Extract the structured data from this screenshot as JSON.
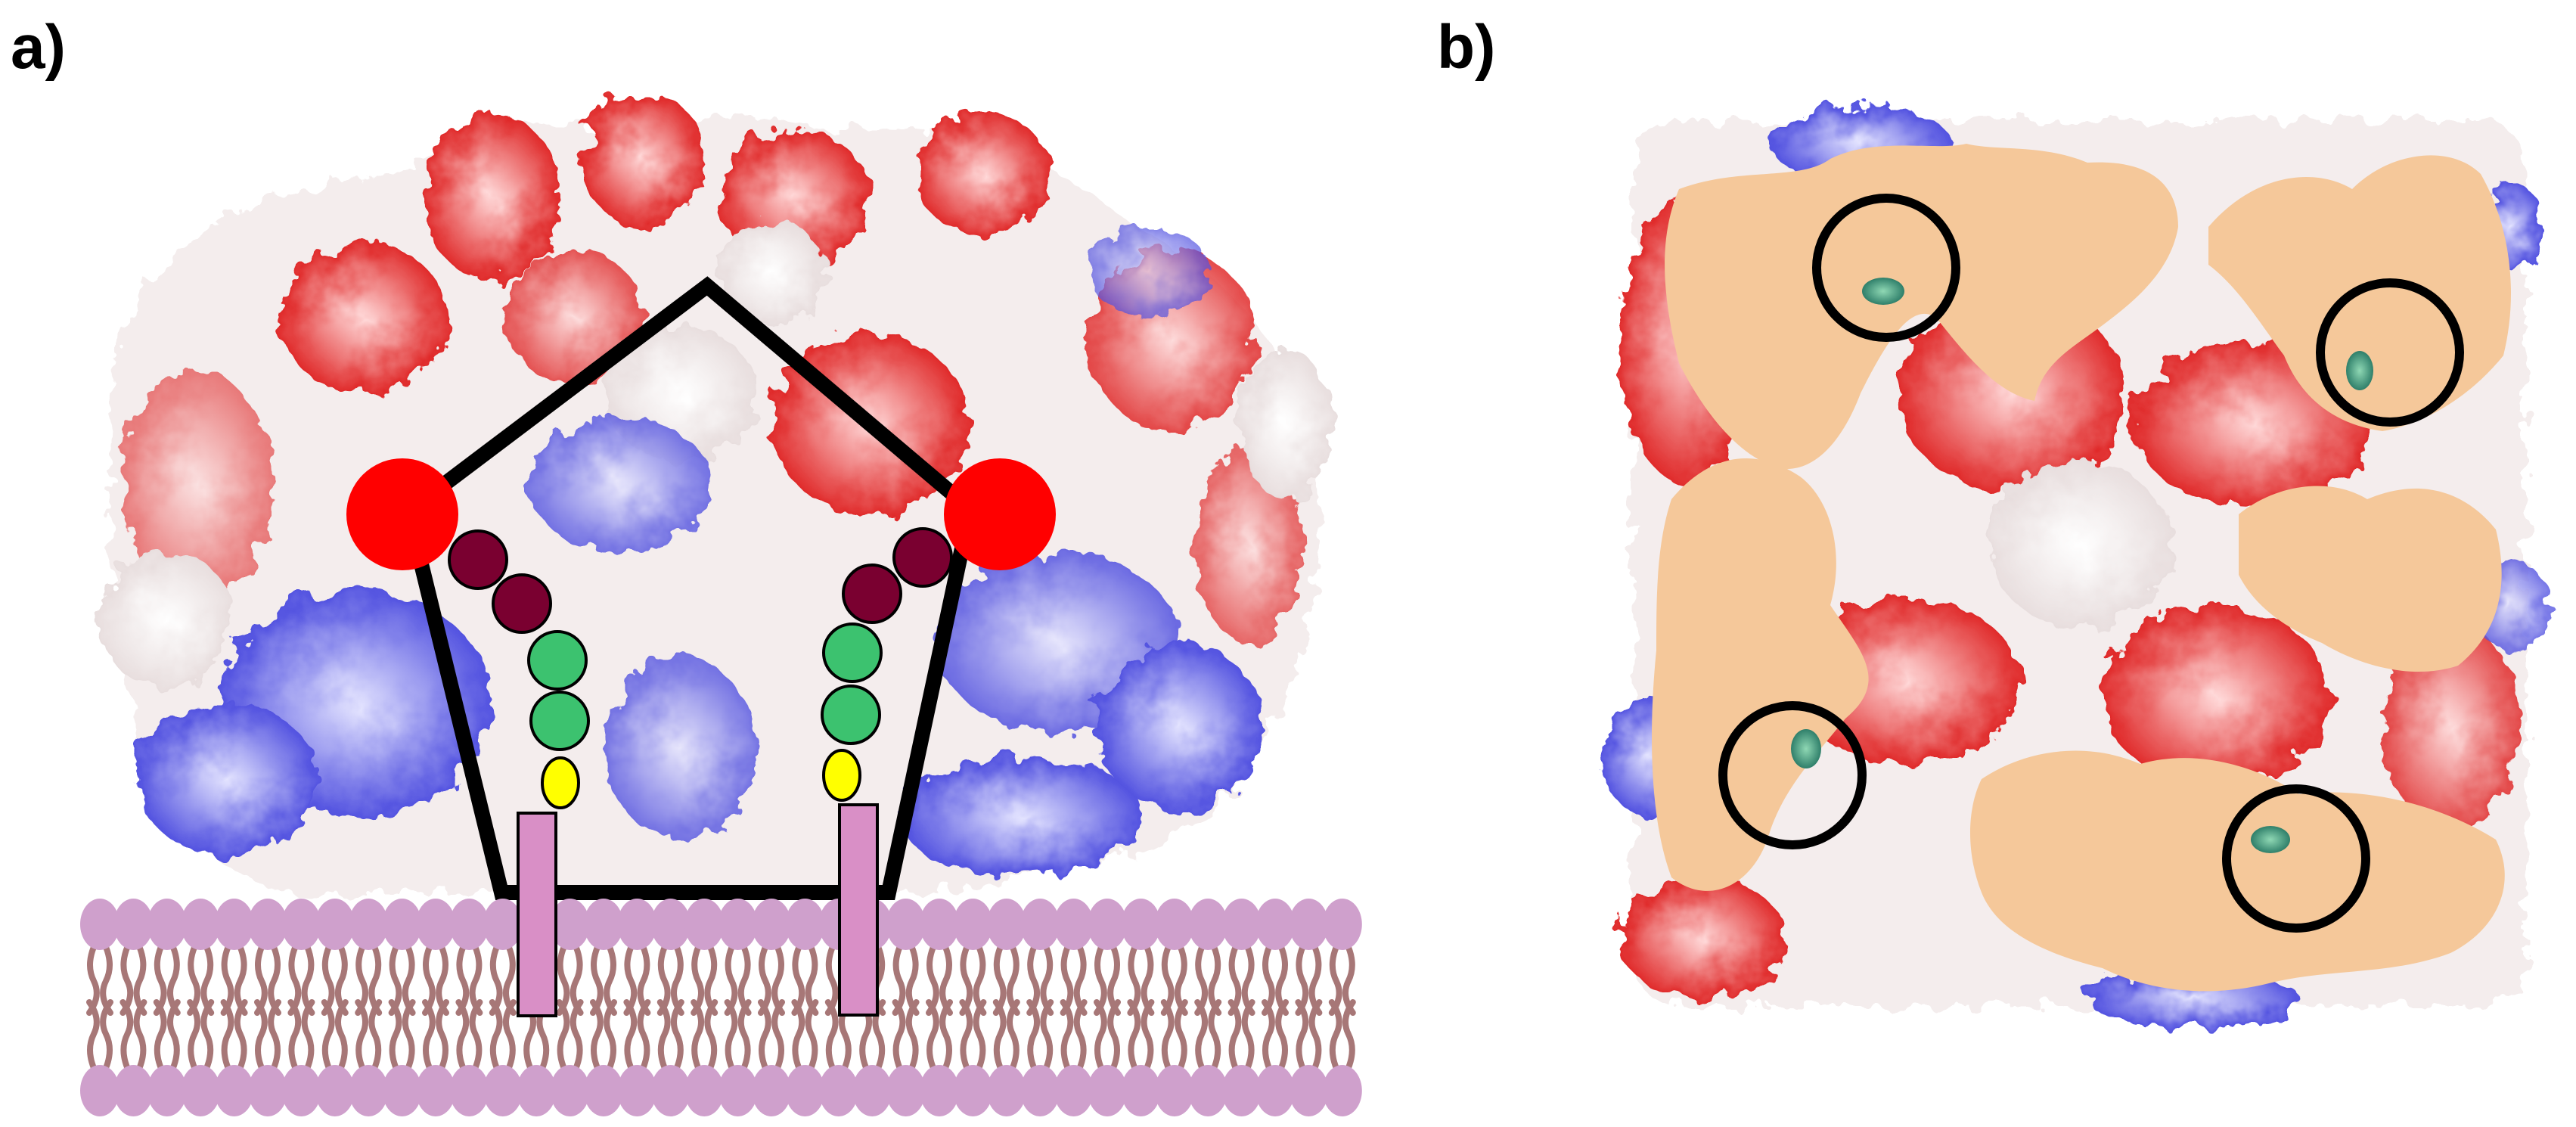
{
  "panels": {
    "a": {
      "label": "a)"
    },
    "b": {
      "label": "b)"
    }
  },
  "colors": {
    "electropositive": "#5a5ae6",
    "electronegative": "#e21e2a",
    "neutral": "#f7f3f3",
    "cross_section": "#f5c89a",
    "lipid_head": "#cfa0cc",
    "lipid_tail": "#a77777",
    "anchor": "#d98fc6",
    "red_sugar": "#ff0000",
    "dark_sugar": "#7a0030",
    "green_sugar": "#3cc26f",
    "yellow_sugar": "#ffff00",
    "outline": "#000000"
  },
  "icons": {
    "highlight_marker": "black-circle-icon",
    "pentagon": "pentagon-outline",
    "membrane": "lipid-bilayer"
  }
}
